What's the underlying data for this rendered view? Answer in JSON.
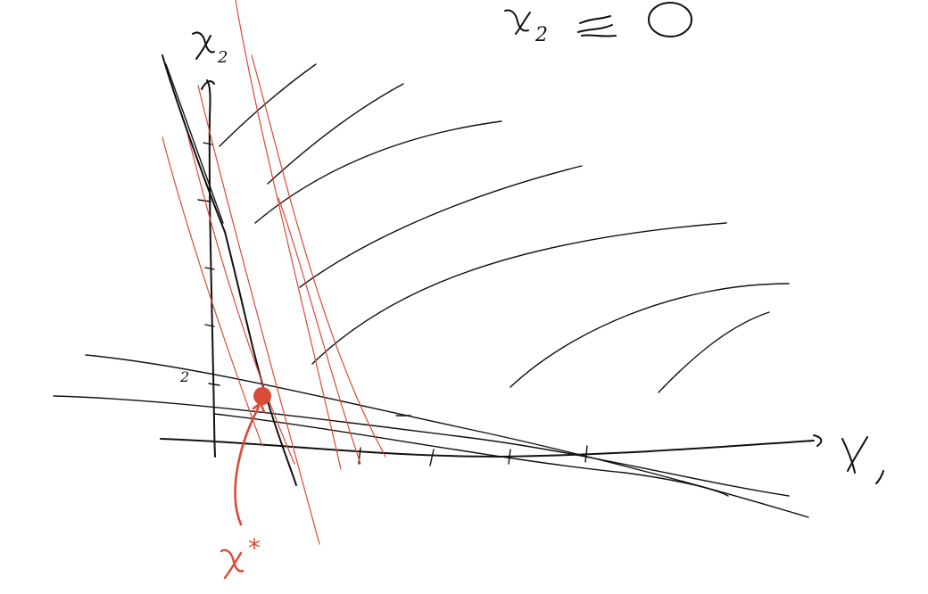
{
  "constraint": {
    "text": "x2 ≥ 0",
    "var": "x",
    "sub": "2",
    "rel": "≥0"
  },
  "axes": {
    "y_label": {
      "var": "x",
      "sub": "2"
    },
    "x_label": {
      "var": "x",
      "sub": "1"
    }
  },
  "ticks": {
    "y_two": "2"
  },
  "optimum": {
    "label": "x",
    "sup": "*",
    "color": "#d94a38"
  },
  "colors": {
    "ink": "#111111",
    "highlight": "#d94a38"
  }
}
